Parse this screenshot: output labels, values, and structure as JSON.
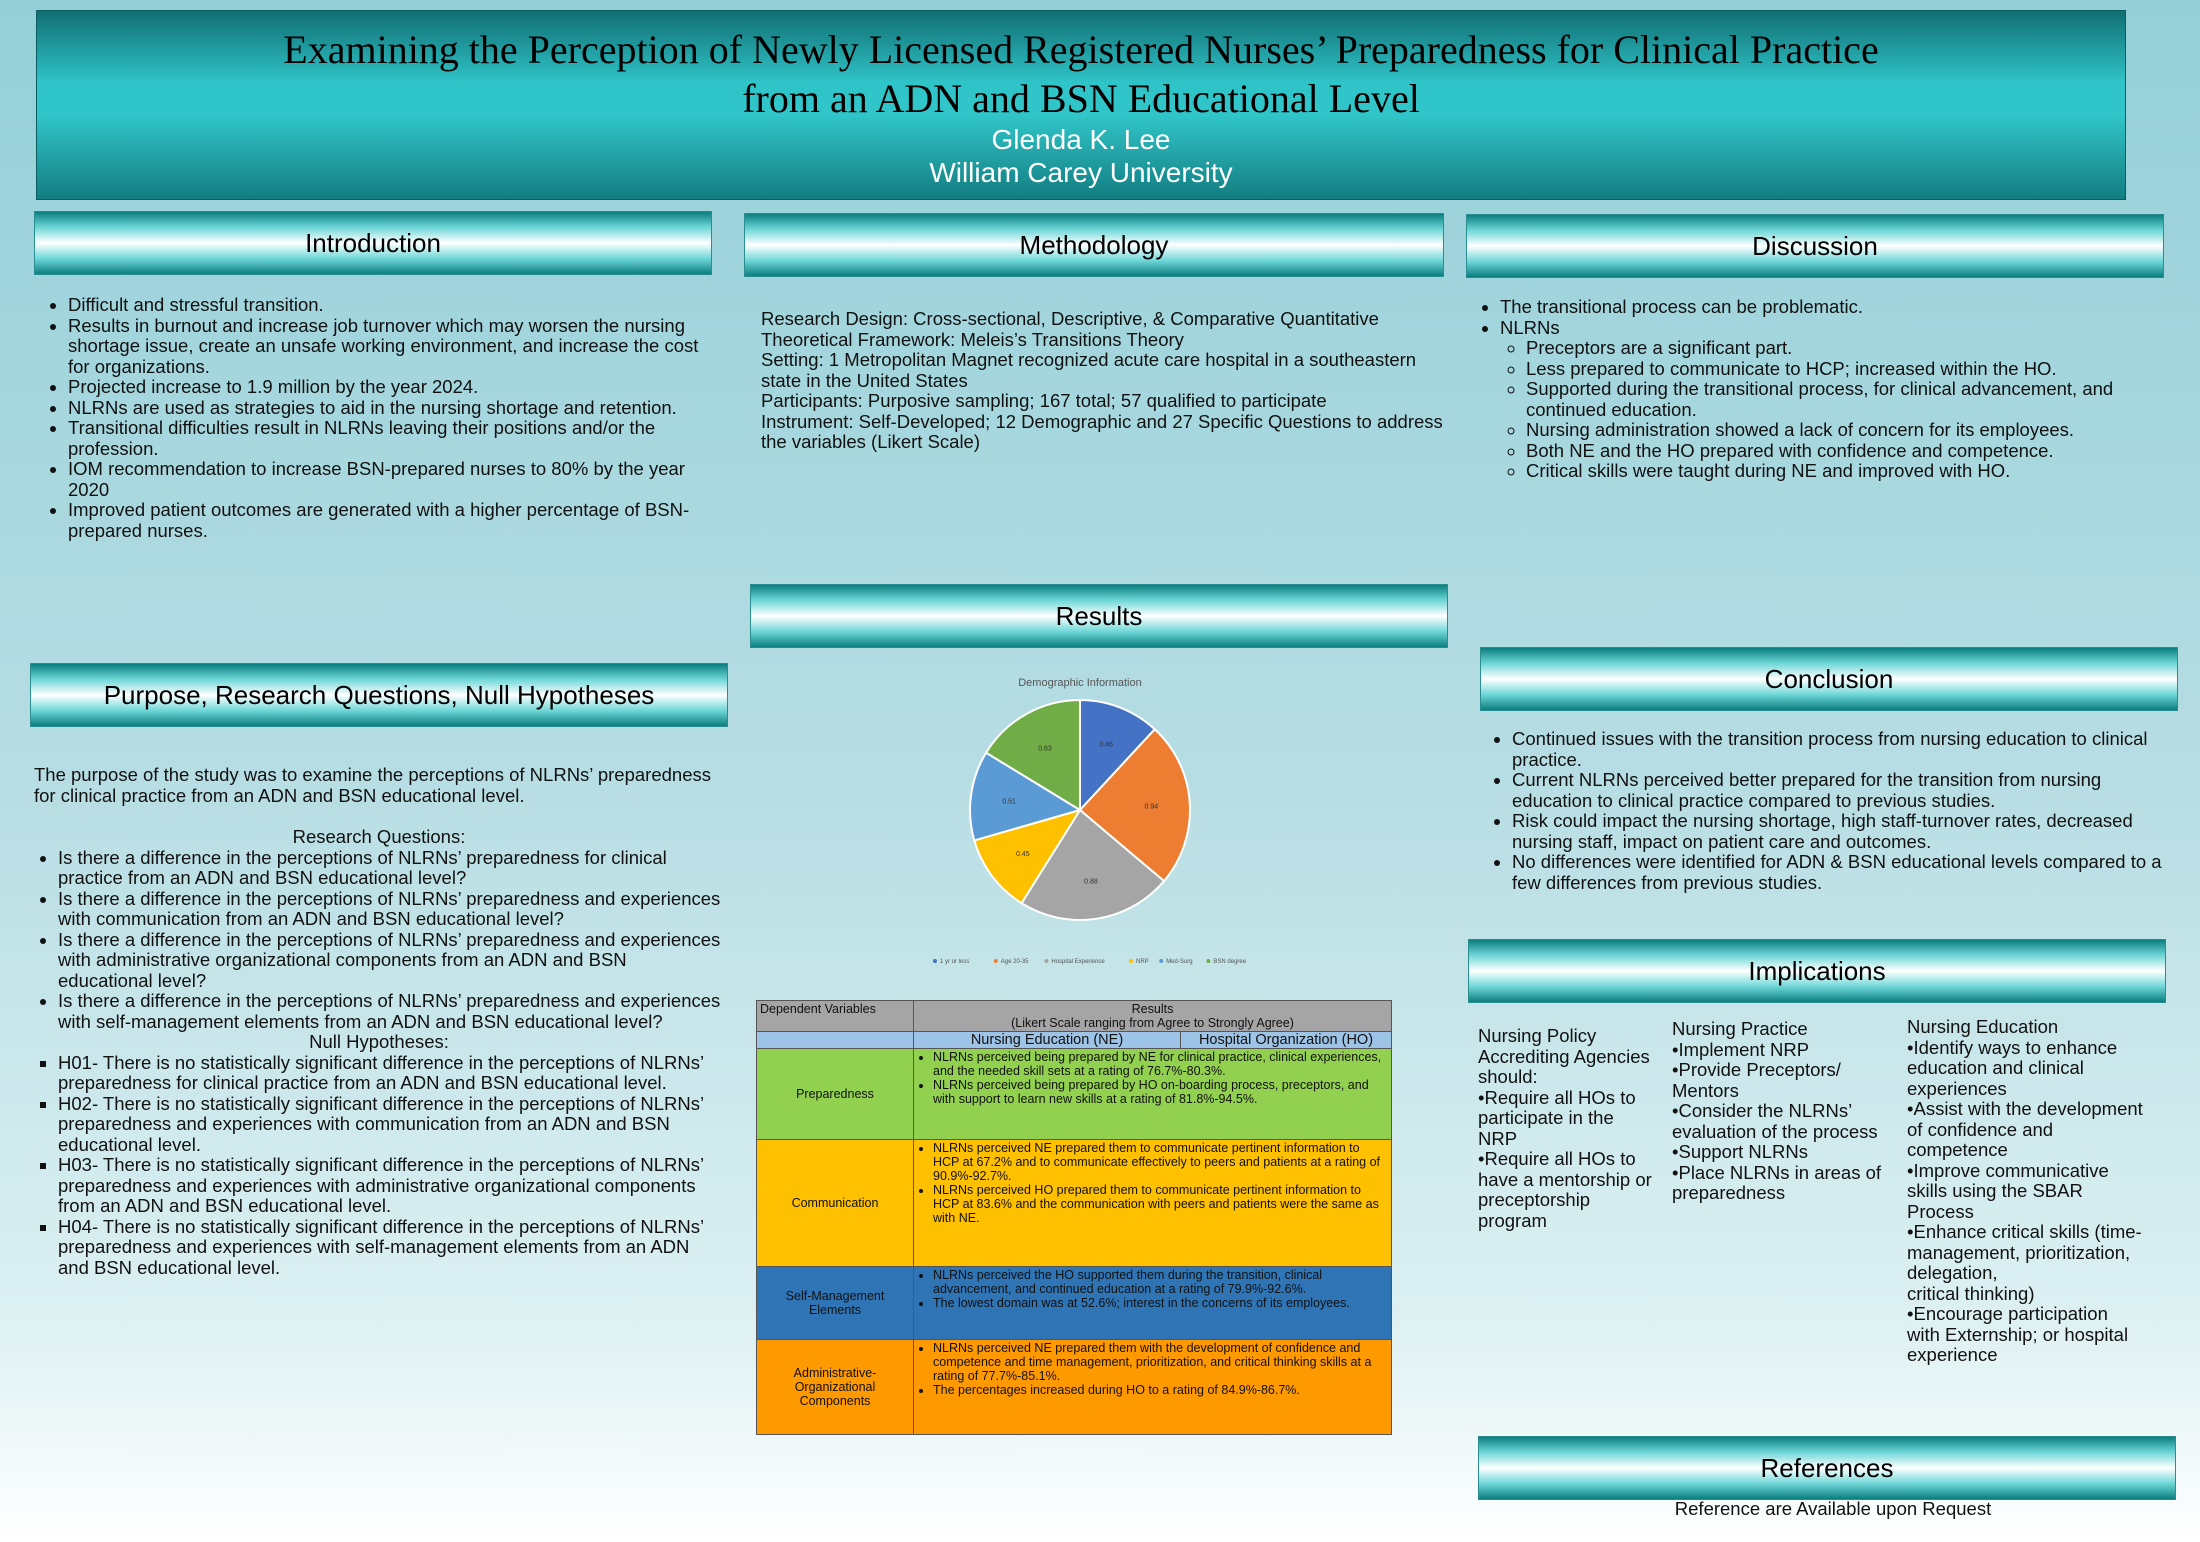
{
  "banner": {
    "title": "Examining the Perception of Newly Licensed Registered Nurses’ Preparedness for Clinical Practice\nfrom an ADN and BSN Educational Level",
    "author": "Glenda K. Lee",
    "affiliation": "William Carey University"
  },
  "introduction": {
    "heading": "Introduction",
    "bullets": [
      "Difficult and stressful transition.",
      "Results in burnout and increase job turnover which may worsen the nursing shortage issue, create an unsafe working environment, and increase the cost for organizations.",
      "Projected increase to 1.9 million by the year 2024.",
      "NLRNs are used as strategies to aid in the nursing shortage and retention.",
      "Transitional difficulties result in NLRNs leaving their positions and/or the profession.",
      "IOM recommendation to increase BSN-prepared nurses to 80% by the year 2020",
      "Improved patient outcomes are generated with a higher percentage of BSN-prepared nurses."
    ]
  },
  "purpose": {
    "heading": "Purpose, Research Questions, Null Hypotheses",
    "statement": "The purpose of the study was to examine the perceptions of NLRNs’ preparedness for clinical practice from an ADN and BSN educational level.",
    "rq_heading": "Research Questions:",
    "questions": [
      "Is there a difference in the perceptions of NLRNs’ preparedness for clinical practice from an ADN and BSN educational level?",
      "Is there a difference in the perceptions of NLRNs’ preparedness and experiences with communication from an ADN and BSN educational level?",
      "Is there a difference in the perceptions of NLRNs’ preparedness and experiences with administrative organizational components from an ADN and BSN educational level?",
      "Is there a difference in the perceptions of NLRNs’ preparedness and experiences with self-management elements from an ADN and BSN educational level?"
    ],
    "nh_heading": "Null Hypotheses:",
    "hypotheses": [
      "H01- There is no statistically significant difference in the perceptions of NLRNs’ preparedness for clinical practice from an ADN and BSN educational level.",
      "H02- There is no statistically significant difference in the perceptions of NLRNs’ preparedness and experiences with communication from an ADN and BSN educational level.",
      "H03- There is no statistically significant difference in the perceptions of NLRNs’ preparedness and experiences with administrative organizational components from an ADN and BSN educational level.",
      "H04- There is no statistically significant difference in the perceptions of NLRNs’ preparedness and experiences with self-management elements from an ADN and BSN educational level."
    ]
  },
  "methodology": {
    "heading": "Methodology",
    "lines": [
      "Research Design: Cross-sectional, Descriptive, & Comparative Quantitative",
      "Theoretical Framework:  Meleis’s Transitions Theory",
      "Setting:  1 Metropolitan Magnet recognized acute care hospital in a southeastern state in the United States",
      "Participants:  Purposive sampling; 167 total; 57 qualified to participate",
      "Instrument:  Self-Developed; 12 Demographic and 27 Specific Questions to address the variables (Likert Scale)"
    ]
  },
  "results": {
    "heading": "Results",
    "table": {
      "col1_header": "Dependent Variables",
      "results_header": "Results",
      "results_sub": "(Likert Scale ranging from Agree to Strongly Agree)",
      "ne_header": "Nursing Education (NE)",
      "ho_header": "Hospital Organization (HO)",
      "rows": [
        {
          "label": "Preparedness",
          "items": [
            "NLRNs perceived being prepared by NE for clinical practice, clinical experiences, and the needed skill sets at a rating of 76.7%-80.3%.",
            "NLRNs perceived being prepared by HO on-boarding process, preceptors, and with support to learn new skills at a rating of 81.8%-94.5%."
          ]
        },
        {
          "label": "Communication",
          "items": [
            "NLRNs perceived NE prepared them to communicate pertinent information to HCP at 67.2% and to communicate effectively to peers and patients at a rating of 90.9%-92.7%.",
            "NLRNs perceived HO prepared them to communicate pertinent information to HCP at 83.6% and the communication with peers and patients were the same as with NE."
          ]
        },
        {
          "label": "Self-Management Elements",
          "items": [
            "NLRNs perceived the HO supported them during the transition, clinical advancement, and continued education at a rating of 79.9%-92.6%.",
            "The lowest domain was at 52.6%; interest in the concerns of its employees."
          ]
        },
        {
          "label": "Administrative-Organizational Components",
          "items": [
            "NLRNs perceived NE prepared them with the development of confidence and competence and time management, prioritization, and critical thinking skills at a rating of 77.7%-85.1%.",
            "The percentages increased during HO to a rating of 84.9%-86.7%."
          ]
        }
      ]
    }
  },
  "chart_data": {
    "type": "pie",
    "title": "Demographic Information",
    "categories": [
      "1 yr or less",
      "Age 20-35",
      "Hospital Experience",
      "NRP",
      "Med-Surg",
      "BSN degree"
    ],
    "values": [
      0.46,
      0.94,
      0.88,
      0.45,
      0.51,
      0.63
    ],
    "labels": [
      "0.46",
      "0.94",
      "0.88",
      "0.45",
      "0.51",
      "0.63"
    ],
    "colors": [
      "#4472c4",
      "#ed7d31",
      "#a5a5a5",
      "#ffc000",
      "#5b9bd5",
      "#70ad47"
    ],
    "legend": "bottom"
  },
  "discussion": {
    "heading": "Discussion",
    "bullets": [
      "The transitional process can be problematic.",
      "NLRNs"
    ],
    "sub_bullets": [
      "Preceptors are a significant part.",
      "Less prepared to communicate to HCP;  increased within the HO.",
      "Supported during the transitional process, for clinical advancement, and continued education.",
      "Nursing administration showed a lack of concern for its employees.",
      "Both NE and the HO prepared with confidence and competence.",
      "Critical skills were taught during NE and improved with HO."
    ]
  },
  "conclusion": {
    "heading": "Conclusion",
    "bullets": [
      "Continued issues with the transition process from nursing education to clinical practice.",
      "Current NLRNs perceived better prepared for the transition from nursing education to clinical practice compared to previous studies.",
      "Risk could impact the nursing shortage, high staff-turnover rates, decreased nursing staff, impact on patient care and outcomes.",
      "No differences were identified for ADN & BSN educational levels compared to a few differences from previous studies."
    ]
  },
  "implications": {
    "heading": "Implications",
    "policy": "Nursing Policy\nAccrediting Agencies\nshould:\n•Require all HOs to\nparticipate in the\nNRP\n•Require all HOs to\nhave a mentorship or\npreceptorship\nprogram",
    "practice": "Nursing Practice\n•Implement NRP\n•Provide Preceptors/\nMentors\n•Consider the NLRNs’\nevaluation of the process\n•Support NLRNs\n•Place NLRNs in areas of\npreparedness",
    "education": "Nursing Education\n•Identify ways to enhance\neducation and clinical\nexperiences\n•Assist with the development\nof confidence and\ncompetence\n•Improve communicative\nskills using the SBAR\nProcess\n•Enhance critical skills (time-\nmanagement, prioritization,\ndelegation,\n    critical thinking)\n•Encourage participation\nwith Externship; or hospital\nexperience"
  },
  "references": {
    "heading": "References",
    "text": "Reference are Available upon Request"
  }
}
